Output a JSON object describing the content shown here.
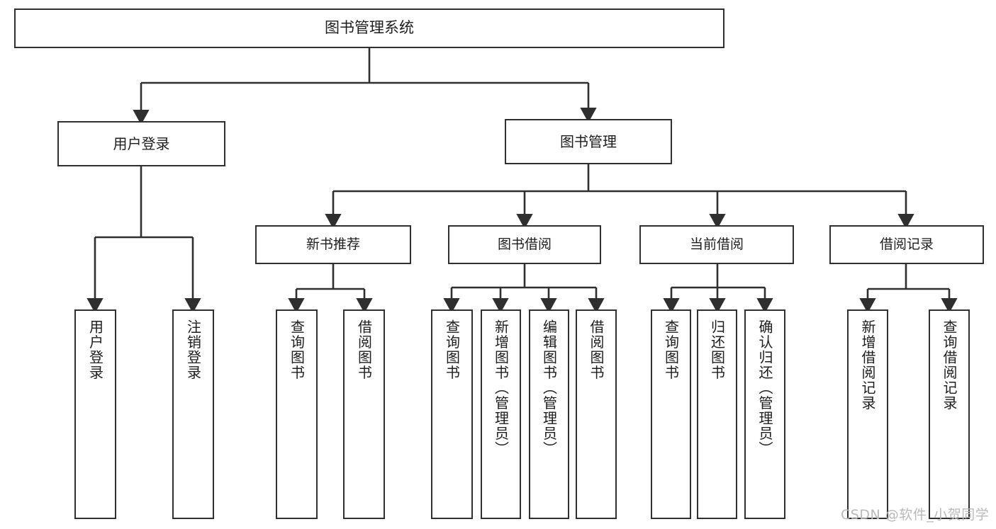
{
  "diagram": {
    "type": "tree-hierarchy",
    "title": "图书管理系统",
    "root": {
      "label": "图书管理系统"
    },
    "level1": [
      {
        "label": "用户登录"
      },
      {
        "label": "图书管理"
      }
    ],
    "level2": [
      {
        "label": "新书推荐",
        "parent": "图书管理"
      },
      {
        "label": "图书借阅",
        "parent": "图书管理"
      },
      {
        "label": "当前借阅",
        "parent": "图书管理"
      },
      {
        "label": "借阅记录",
        "parent": "图书管理"
      }
    ],
    "leaves": {
      "user_login": [
        {
          "label": "用户登录"
        },
        {
          "label": "注销登录"
        }
      ],
      "new_book_recommend": [
        {
          "label": "查询图书"
        },
        {
          "label": "借阅图书"
        }
      ],
      "book_borrow": [
        {
          "label": "查询图书"
        },
        {
          "label": "新增图书（管理员）"
        },
        {
          "label": "编辑图书（管理员）"
        },
        {
          "label": "借阅图书"
        }
      ],
      "current_borrow": [
        {
          "label": "查询图书"
        },
        {
          "label": "归还图书"
        },
        {
          "label": "确认归还（管理员）"
        }
      ],
      "borrow_record": [
        {
          "label": "新增借阅记录"
        },
        {
          "label": "查询借阅记录"
        }
      ]
    }
  },
  "watermark": {
    "text": "CSDN @软件_小贺同学"
  },
  "colors": {
    "stroke": "#2f2f2f",
    "fill": "#ffffff",
    "text": "#1d1d1d",
    "watermark": "#b9b9b9"
  }
}
